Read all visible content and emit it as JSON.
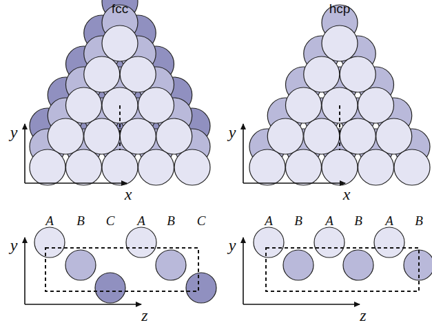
{
  "diagram": {
    "labels": [
      "fcc",
      "hcp",
      "y",
      "x",
      "y",
      "x",
      "A",
      "B",
      "C",
      "A",
      "B",
      "C",
      "y",
      "z",
      "A",
      "B",
      "A",
      "B",
      "A",
      "B",
      "y",
      "z"
    ]
  }
}
